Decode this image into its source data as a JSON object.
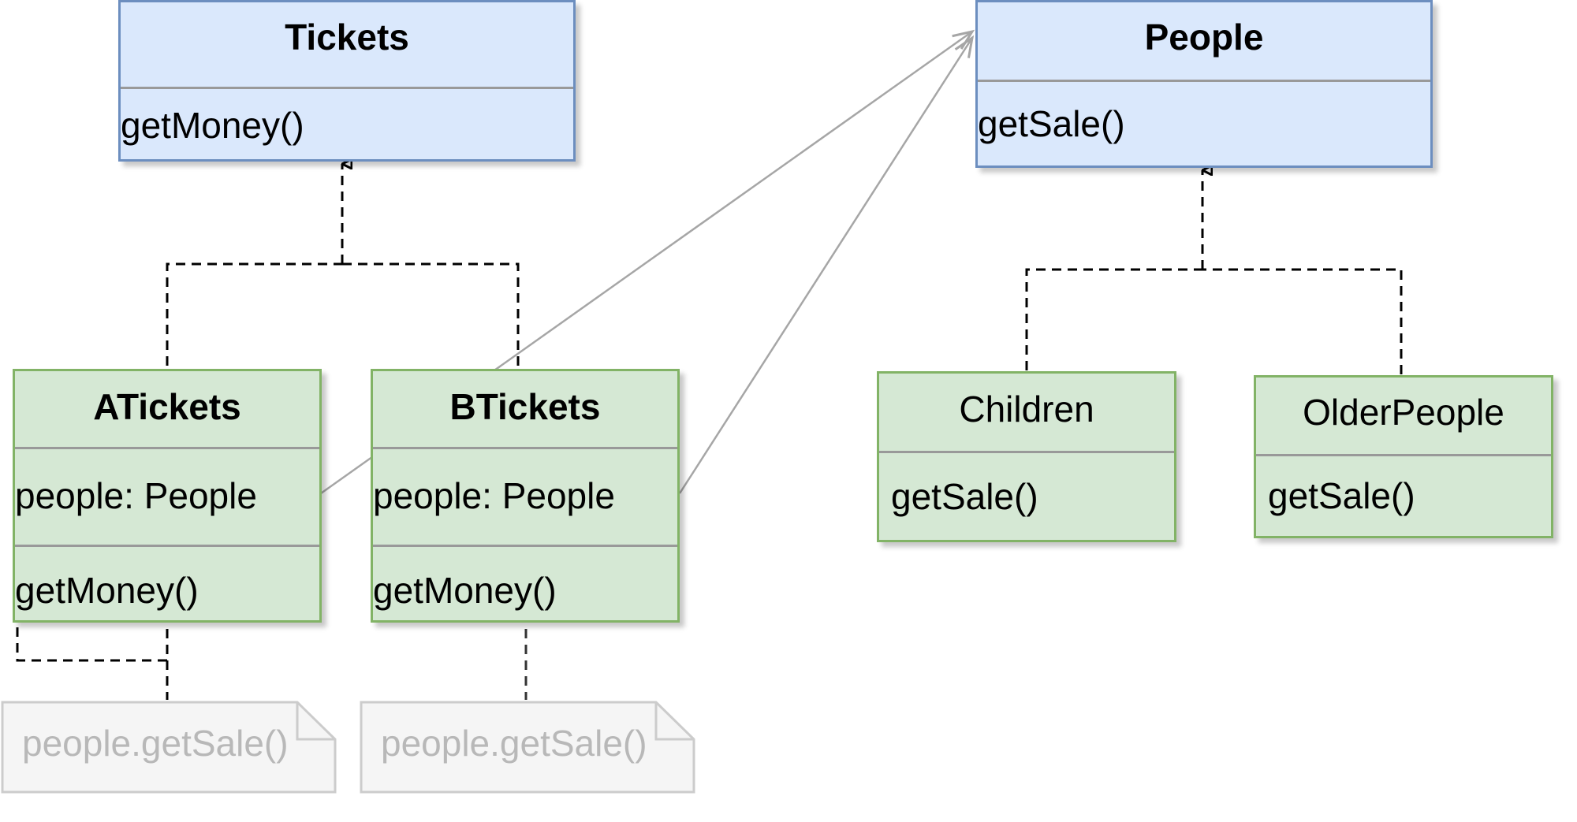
{
  "tickets": {
    "title": "Tickets",
    "method": "getMoney()"
  },
  "people": {
    "title": "People",
    "method": "getSale()"
  },
  "atickets": {
    "title": "ATickets",
    "field": "people: People",
    "method": "getMoney()"
  },
  "btickets": {
    "title": "BTickets",
    "field": "people: People",
    "method": "getMoney()"
  },
  "children": {
    "title": "Children",
    "method": "getSale()"
  },
  "olderpeople": {
    "title": "OlderPeople",
    "method": "getSale()"
  },
  "notes": {
    "atickets": "people.getSale()",
    "btickets": "people.getSale()"
  },
  "colors": {
    "interface_fill": "#dae8fc",
    "interface_stroke": "#6c8ebf",
    "class_fill": "#d5e8d4",
    "class_stroke": "#82b366",
    "note_fill": "#f5f5f5",
    "note_stroke": "#cccccc",
    "note_text": "#b8b8b8"
  }
}
